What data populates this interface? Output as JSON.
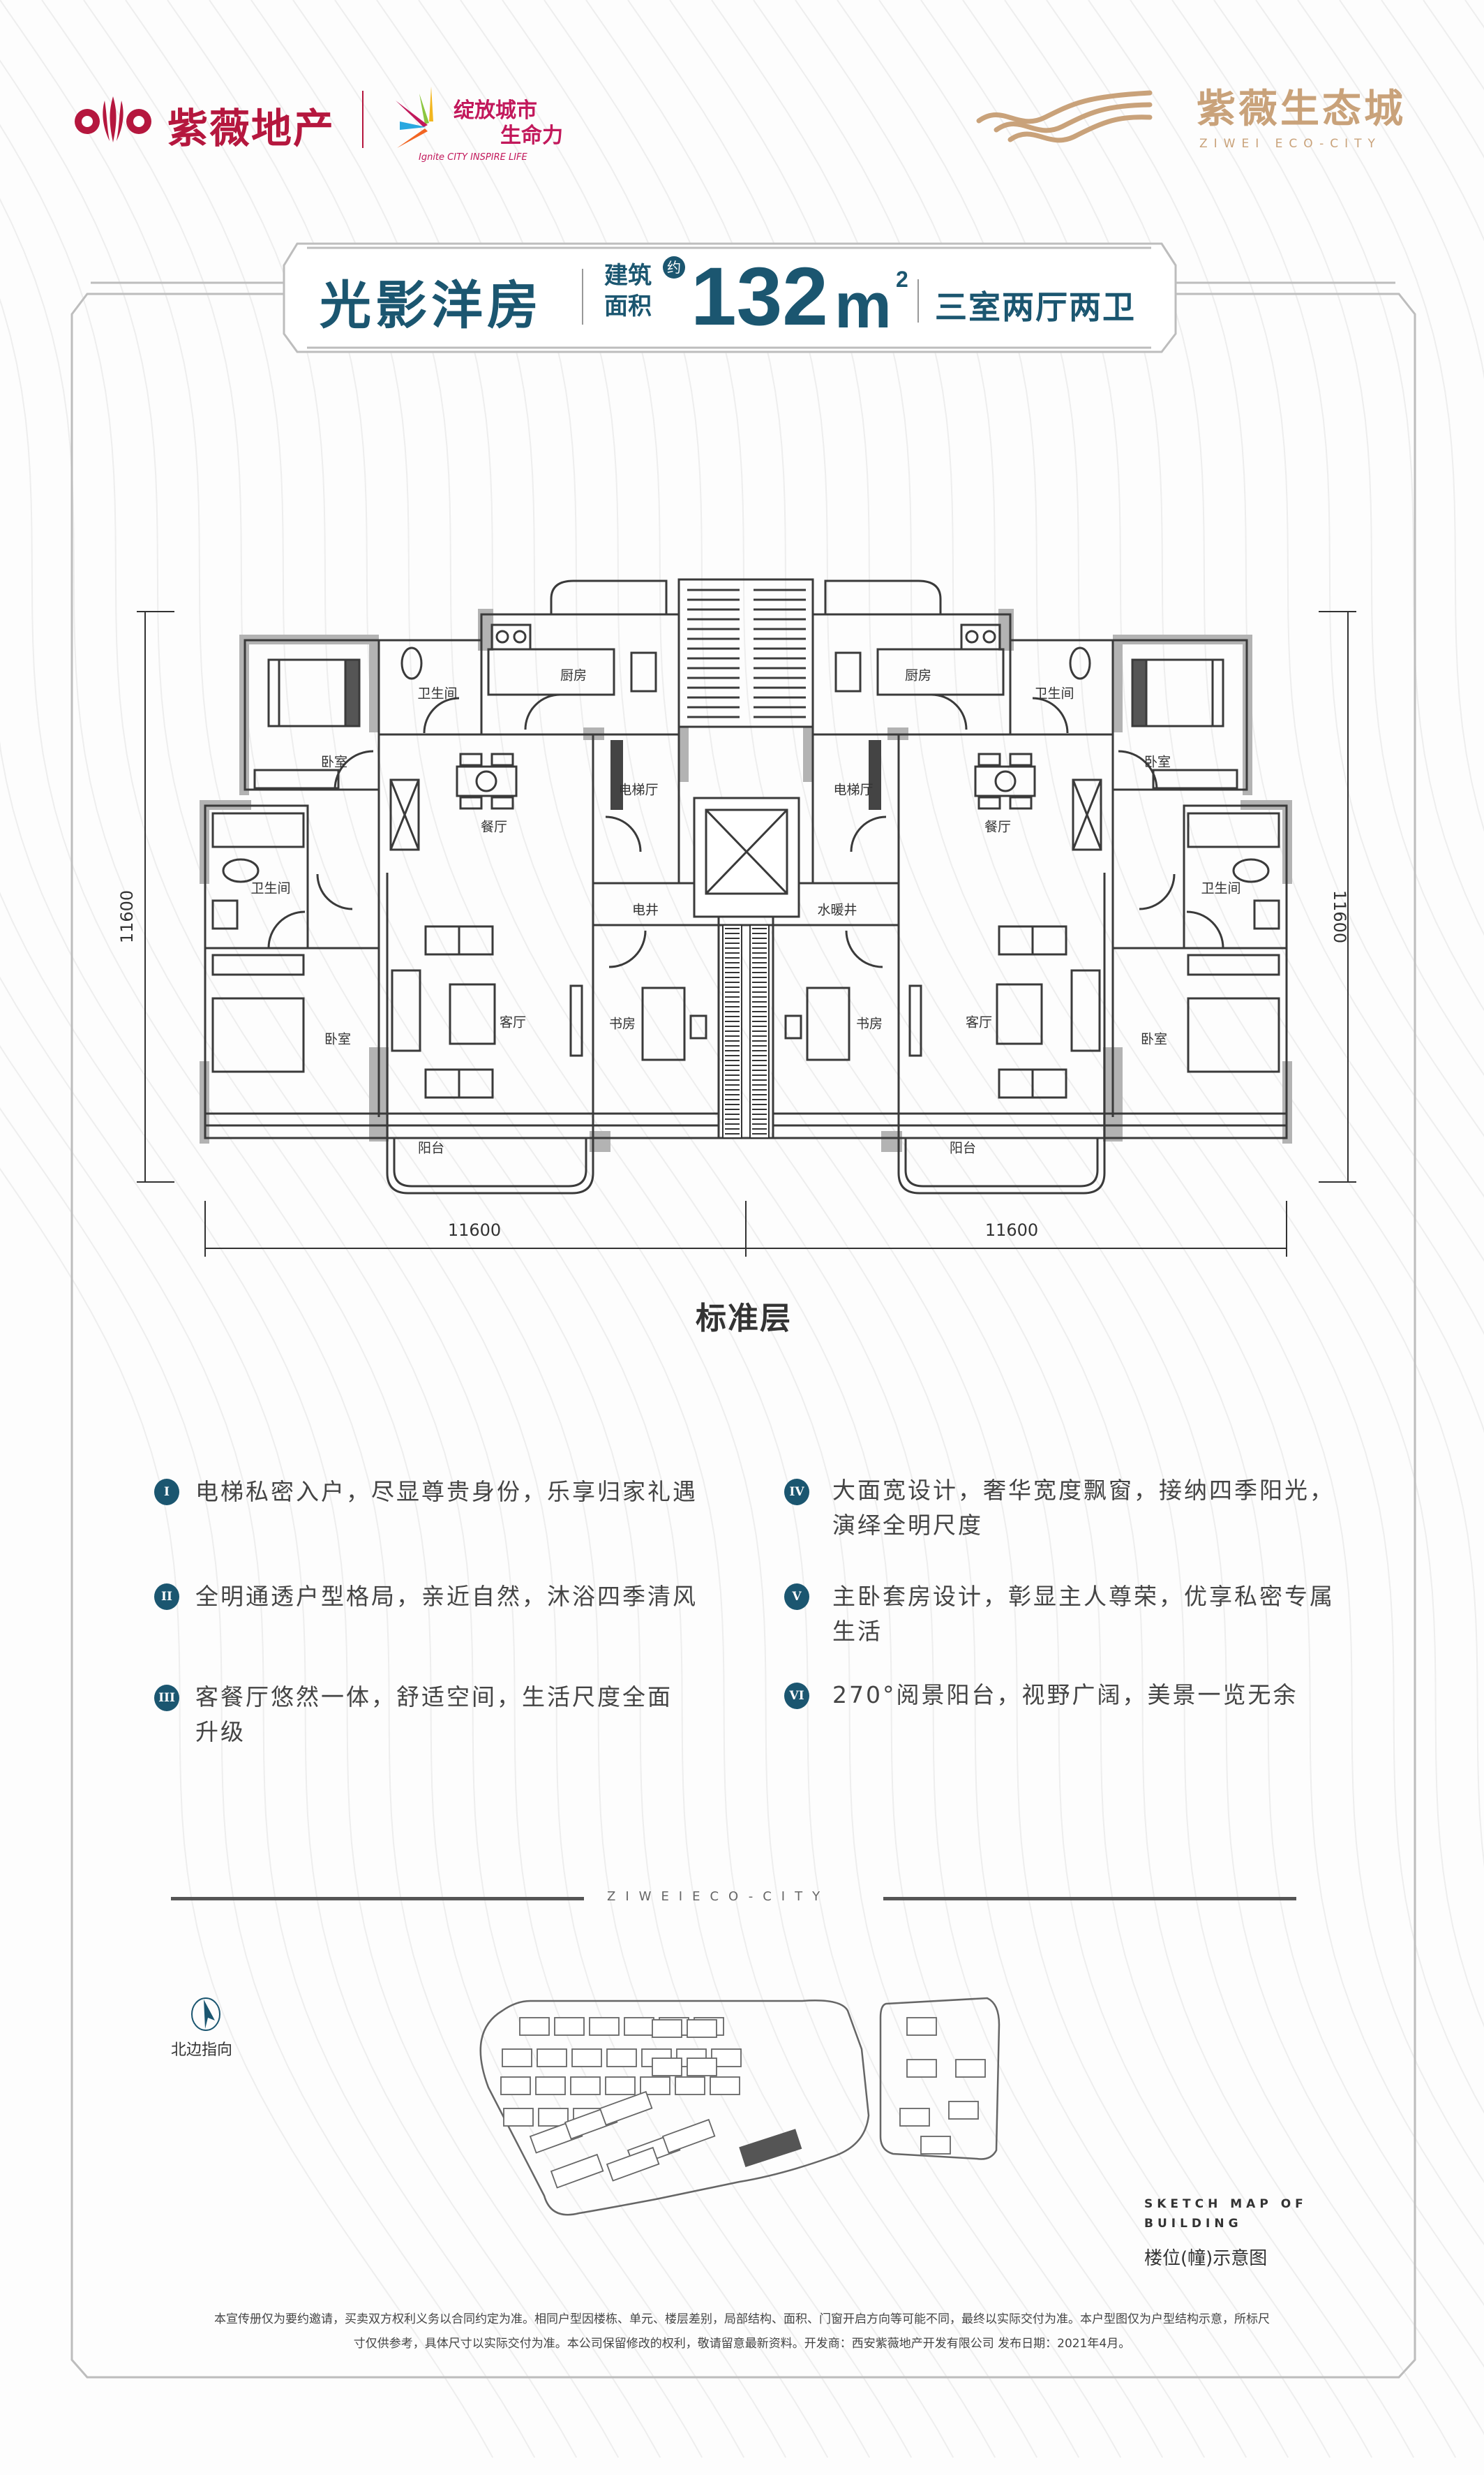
{
  "header": {
    "brand_name": "紫薇地产",
    "slogan_line1": "绽放城市",
    "slogan_line2": "生命力",
    "slogan_en": "Ignite CITY INSPIRE LIFE",
    "project_name": "紫薇生态城",
    "project_en": "ZIWEI ECO-CITY"
  },
  "title": {
    "name": "光影洋房",
    "area_label_1": "建筑",
    "area_label_2": "面积",
    "approx": "约",
    "area_value": "132",
    "area_unit": "m",
    "area_sup": "2",
    "layout": "三室两厅两卫"
  },
  "floor_plan": {
    "labels": [
      "卫生间",
      "厨房",
      "卧室",
      "电梯厅",
      "餐厅",
      "卫生间",
      "电井",
      "客厅",
      "卧室",
      "书房",
      "阳台",
      "卫生间",
      "厨房",
      "卧室",
      "电梯厅",
      "餐厅",
      "卫生间",
      "水暖井",
      "客厅",
      "卧室",
      "书房",
      "阳台"
    ],
    "dimensions": {
      "left": "11600",
      "right": "11600",
      "bottom_left": "11600",
      "bottom_right": "11600"
    },
    "caption": "标准层"
  },
  "features": [
    {
      "numeral": "I",
      "lines": [
        "电梯私密入户，尽显尊贵身份，乐享归家礼遇"
      ]
    },
    {
      "numeral": "II",
      "lines": [
        "全明通透户型格局，亲近自然，沐浴四季清风"
      ]
    },
    {
      "numeral": "III",
      "lines": [
        "客餐厅悠然一体，舒适空间，生活尺度全面",
        "升级"
      ]
    },
    {
      "numeral": "IV",
      "lines": [
        "大面宽设计，奢华宽度飘窗，接纳四季阳光，",
        "演绎全明尺度"
      ]
    },
    {
      "numeral": "V",
      "lines": [
        "主卧套房设计，彰显主人尊荣，优享私密专属",
        "生活"
      ]
    },
    {
      "numeral": "VI",
      "lines": [
        "270°阅景阳台，视野广阔，美景一览无余"
      ]
    }
  ],
  "site": {
    "brand_line": "ZIWEIECO-CITY",
    "north_label": "北边指向",
    "sketch_en_1": "SKETCH MAP OF",
    "sketch_en_2": "BUILDING",
    "sketch_cn": "楼位(幢)示意图"
  },
  "disclaimer": [
    "本宣传册仅为要约邀请，买卖双方权利义务以合同约定为准。相同户型因楼栋、单元、楼层差别，局部结构、面积、门窗开启方向等可能不同，最终以实际交付为准。本户型图仅为户型结构示意，所标尺",
    "寸仅供参考，具体尺寸以实际交付为准。本公司保留修改的权利，敬请留意最新资料。开发商：西安紫薇地产开发有限公司 发布日期：2021年4月。"
  ],
  "colors": {
    "teal": "#1b5670",
    "brand_red": "#b5173e",
    "gold": "#c9a27a"
  }
}
